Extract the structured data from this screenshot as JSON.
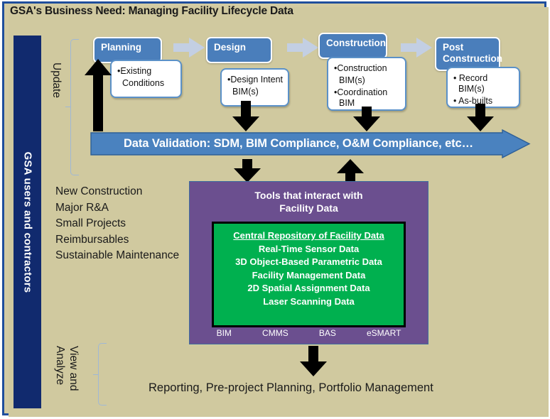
{
  "title": "GSA's Business Need: Managing Facility Lifecycle Data",
  "sidebar": {
    "label": "GSA users and contractors"
  },
  "brackets": {
    "update": "Update",
    "view_line1": "View and",
    "view_line2": "Analyze"
  },
  "phases": [
    {
      "name": "Planning",
      "bullets": [
        "•Existing",
        "Conditions"
      ]
    },
    {
      "name": "Design",
      "bullets": [
        "•Design Intent",
        "BIM(s)"
      ]
    },
    {
      "name": "Construction",
      "bullets": [
        "•Construction",
        "BIM(s)",
        "•Coordination BIM"
      ]
    },
    {
      "name": "Post\nConstruction",
      "bullets": [
        "• Record BIM(s)",
        "• As-builts"
      ]
    }
  ],
  "phase_labels": {
    "planning": "Planning",
    "design": "Design",
    "construction": "Construction",
    "post_construction_l1": "Post",
    "post_construction_l2": "Construction"
  },
  "phase_details": {
    "planning_l1": "•Existing",
    "planning_l2": "Conditions",
    "design_l1": "•Design Intent",
    "design_l2": "BIM(s)",
    "construction_l1": "•Construction",
    "construction_l2": "BIM(s)",
    "construction_l3": "•Coordination BIM",
    "post_l1": "• Record BIM(s)",
    "post_l2": "• As-builts"
  },
  "data_validation": {
    "text": "Data Validation: SDM, BIM Compliance, O&M Compliance, etc…"
  },
  "project_types": [
    "New Construction",
    "Major R&A",
    "Small Projects",
    "Reimbursables",
    "Sustainable Maintenance"
  ],
  "tools": {
    "title_l1": "Tools that interact with",
    "title_l2": "Facility Data",
    "repository_heading": "Central Repository of Facility Data",
    "repository_items": [
      "Real-Time Sensor Data",
      "3D Object-Based Parametric Data",
      "Facility Management Data",
      "2D Spatial Assignment Data",
      "Laser Scanning Data"
    ],
    "footer": [
      "BIM",
      "CMMS",
      "BAS",
      "eSMART"
    ]
  },
  "caption": "Reporting, Pre-project Planning, Portfolio Management",
  "colors": {
    "frame_border": "#1f4e9c",
    "canvas": "#d0c99f",
    "sidebar_navy": "#112a6e",
    "phase_blue": "#4a7ebb",
    "detail_border": "#5b91c8",
    "connector_chevron": "#c3cfe3",
    "purple": "#6b4f8f",
    "green": "#00b04f",
    "brace": "#9fb8d6"
  }
}
